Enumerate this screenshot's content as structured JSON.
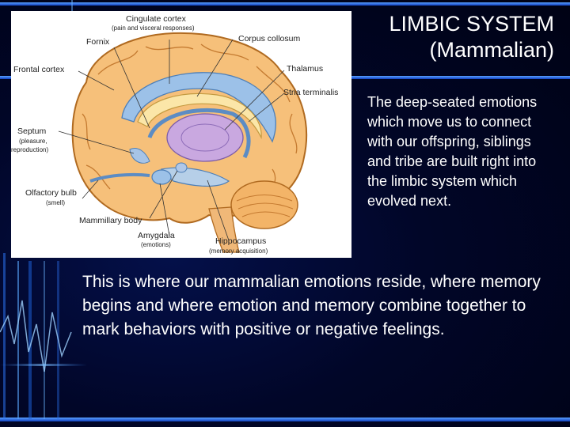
{
  "title": {
    "line1": "LIMBIC SYSTEM",
    "line2": "(Mammalian)"
  },
  "side_text": "The deep-seated emotions which move us to connect with our offspring, siblings and tribe are built right into the limbic system which evolved next.",
  "body_text": "This is where our mammalian emotions reside, where memory begins and where emotion and memory combine together to mark behaviors with positive or negative feelings.",
  "figure": {
    "labels": {
      "cingulate": "Cingulate cortex",
      "cingulate_sub": "(pain and visceral responses)",
      "fornix": "Fornix",
      "corpus": "Corpus collosum",
      "frontal": "Frontal cortex",
      "thalamus": "Thalamus",
      "stria": "Stria terminalis",
      "septum": "Septum",
      "septum_sub1": "(pleasure,",
      "septum_sub2": "reproduction)",
      "olfactory": "Olfactory bulb",
      "olfactory_sub": "(smell)",
      "mammillary": "Mammillary body",
      "amygdala": "Amygdala",
      "amygdala_sub": "(emotions)",
      "hippocampus": "Hippocampus",
      "hippocampus_sub": "(memory acquisition)"
    }
  }
}
